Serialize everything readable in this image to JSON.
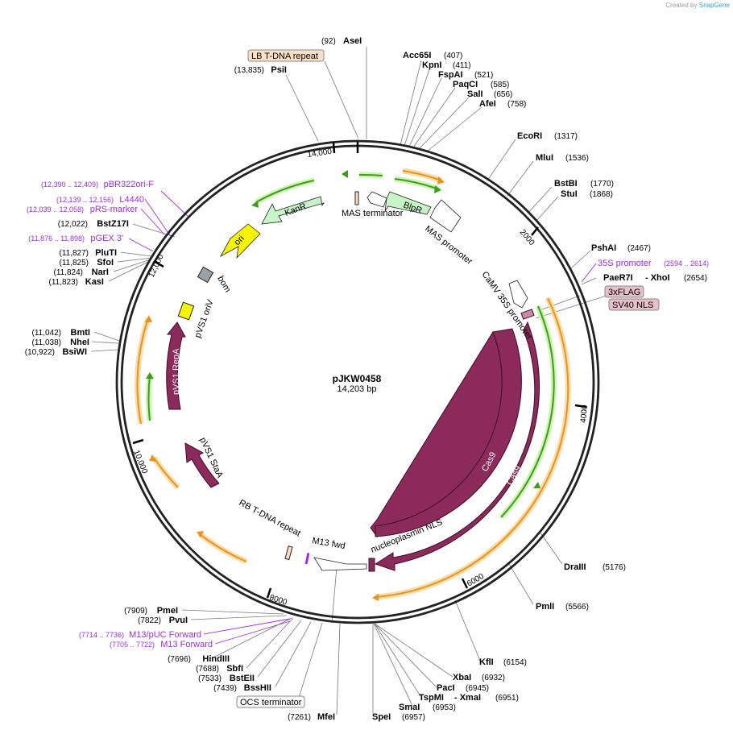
{
  "credit": {
    "prefix": "Created by",
    "brand": "SnapGene"
  },
  "plasmid": {
    "name": "pJKW0458",
    "size": "14,203 bp"
  },
  "ticks": [
    "2000",
    "4000",
    "6000",
    "8000",
    "10,000",
    "12,000",
    "14,000"
  ],
  "sites_right": [
    {
      "name": "AseI",
      "pos": "(92)"
    },
    {
      "name": "Acc65I",
      "pos": "(407)"
    },
    {
      "name": "KpnI",
      "pos": "(411)"
    },
    {
      "name": "FspAI",
      "pos": "(521)"
    },
    {
      "name": "PaqCI",
      "pos": "(585)"
    },
    {
      "name": "SalI",
      "pos": "(656)"
    },
    {
      "name": "AfeI",
      "pos": "(758)"
    },
    {
      "name": "EcoRI",
      "pos": "(1317)"
    },
    {
      "name": "MluI",
      "pos": "(1536)"
    },
    {
      "name": "BstBI",
      "pos": "(1770)"
    },
    {
      "name": "StuI",
      "pos": "(1868)"
    },
    {
      "name": "PshAI",
      "pos": "(2467)"
    },
    {
      "name": "PaeR7I",
      "pos": "(2654)",
      "extra": "- XhoI"
    },
    {
      "name": "DraIII",
      "pos": "(5176)"
    },
    {
      "name": "PmlI",
      "pos": "(5566)"
    },
    {
      "name": "KflI",
      "pos": "(6154)"
    },
    {
      "name": "XbaI",
      "pos": "(6932)"
    },
    {
      "name": "PacI",
      "pos": "(6945)"
    },
    {
      "name": "TspMI",
      "pos": "(6951)",
      "extra": "- XmaI"
    },
    {
      "name": "SmaI",
      "pos": "(6953)"
    },
    {
      "name": "SpeI",
      "pos": "(6957)"
    }
  ],
  "sites_left": [
    {
      "name": "PsiI",
      "pos": "(13,835)"
    },
    {
      "name": "BstZ17I",
      "pos": "(12,022)"
    },
    {
      "name": "PluTI",
      "pos": "(11,827)"
    },
    {
      "name": "SfoI",
      "pos": "(11,825)"
    },
    {
      "name": "NarI",
      "pos": "(11,824)"
    },
    {
      "name": "KasI",
      "pos": "(11,823)"
    },
    {
      "name": "BmtI",
      "pos": "(11,042)"
    },
    {
      "name": "NheI",
      "pos": "(11,038)"
    },
    {
      "name": "BsiWI",
      "pos": "(10,922)"
    },
    {
      "name": "PmeI",
      "pos": "(7909)"
    },
    {
      "name": "PvuI",
      "pos": "(7822)"
    },
    {
      "name": "HindIII",
      "pos": "(7696)"
    },
    {
      "name": "SbfI",
      "pos": "(7688)"
    },
    {
      "name": "BstEII",
      "pos": "(7533)"
    },
    {
      "name": "BssHII",
      "pos": "(7439)"
    },
    {
      "name": "MfeI",
      "pos": "(7261)"
    }
  ],
  "primers": [
    {
      "name": "35S promoter",
      "pos": "(2594 .. 2614)"
    },
    {
      "name": "pBR322ori-F",
      "pos": "(12,390 .. 12,409)"
    },
    {
      "name": "L4440",
      "pos": "(12,139 .. 12,156)"
    },
    {
      "name": "pRS-marker",
      "pos": "(12,039 .. 12,058)"
    },
    {
      "name": "pGEX 3'",
      "pos": "(11,876 .. 11,898)"
    },
    {
      "name": "M13/pUC Forward",
      "pos": "(7714 .. 7736)"
    },
    {
      "name": "M13 Forward",
      "pos": "(7705 .. 7722)"
    }
  ],
  "boxed_labels": {
    "lb": "LB T-DNA repeat",
    "flag": "3xFLAG",
    "sv40": "SV40 NLS",
    "ocs": "OCS terminator"
  },
  "features": {
    "kanr": "KanR",
    "blpr": "BlpR",
    "ori": "ori",
    "bom": "bom",
    "orivs": "pVS1 oriV",
    "repa": "pVS1 RepA",
    "stea": "pVS1 StaA",
    "cas9_inner": "Cas9",
    "cas9_outer": "Cas9",
    "mas_term": "MAS terminator",
    "mas_prom": "MAS promoter",
    "camv": "CaMV 35S promoter",
    "rb": "RB T-DNA repeat",
    "m13": "M13 fwd",
    "nls": "nucleoplasmin NLS"
  },
  "colors": {
    "cas9": "#8c2a5c",
    "orf": "#f0a73a",
    "green": "#3f9b1c",
    "yellow": "#f5f500",
    "grey": "#9aa0a6",
    "pale_green": "#c8f5c8",
    "primer": "#9b30d9",
    "box_pink": "#e8c0cc",
    "box_peach": "#fbe0c5"
  }
}
